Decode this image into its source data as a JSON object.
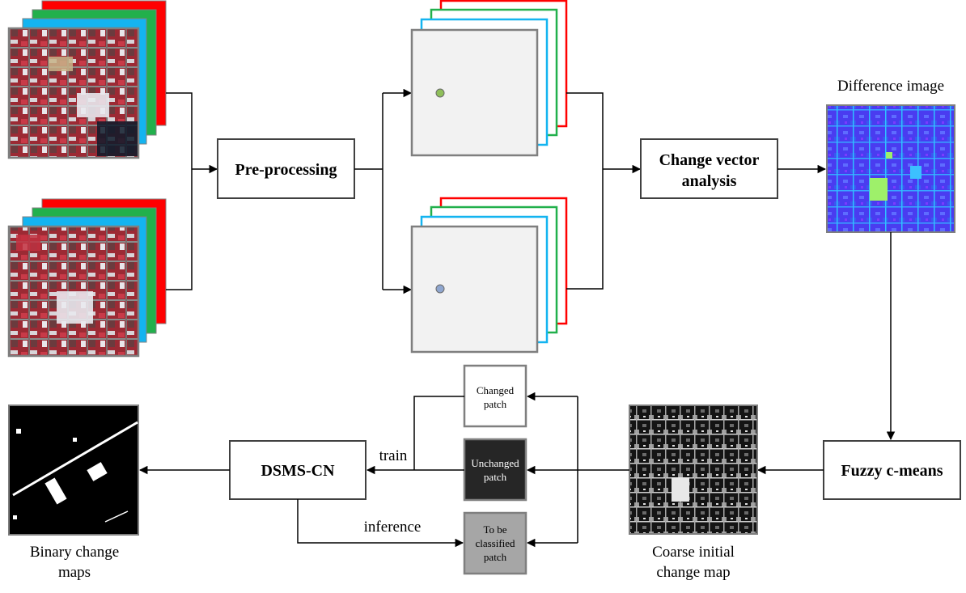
{
  "nodes": {
    "preprocessing": "Pre-processing",
    "cva_line1": "Change vector",
    "cva_line2": "analysis",
    "difference_image": "Difference image",
    "fcm": "Fuzzy c-means",
    "coarse_line1": "Coarse initial",
    "coarse_line2": "change map",
    "dsms": "DSMS-CN",
    "binary_line1": "Binary change",
    "binary_line2": "maps"
  },
  "patches": {
    "changed_line1": "Changed",
    "changed_line2": "patch",
    "unchanged_line1": "Unchanged",
    "unchanged_line2": "patch",
    "tbc_line1": "To be",
    "tbc_line2": "classified",
    "tbc_line3": "patch"
  },
  "edges": {
    "train": "train",
    "inference": "inference"
  },
  "colors": {
    "band_red": "#ff0000",
    "band_green": "#22b04c",
    "band_blue": "#14b4f0",
    "frame_gray": "#7f7f7f",
    "patch_light": "#f2f2f2",
    "unchanged_fill": "#262626",
    "tbc_fill": "#a6a6a6",
    "dot_green": "#8fbf5a",
    "dot_blue": "#8fa6cf"
  }
}
